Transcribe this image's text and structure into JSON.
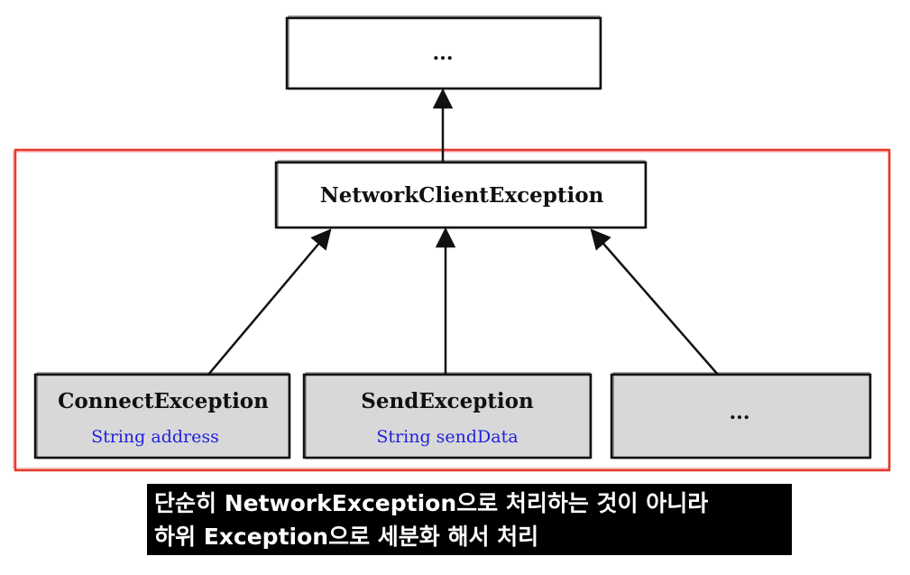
{
  "diagram": {
    "top_node": "...",
    "parent_node": "NetworkClientException",
    "children": [
      {
        "name": "ConnectException",
        "field": "String address"
      },
      {
        "name": "SendException",
        "field": "String sendData"
      },
      {
        "name": "...",
        "field": ""
      }
    ]
  },
  "caption": {
    "line1": "단순히 NetworkException으로 처리하는 것이 아니라",
    "line2": "하위 Exception으로 세분화 해서 처리"
  },
  "colors": {
    "highlight_border": "#e53a2e",
    "child_fill": "#d8d8d8",
    "field_text": "#2020e0",
    "caption_bg": "#000000",
    "caption_text": "#ffffff"
  }
}
